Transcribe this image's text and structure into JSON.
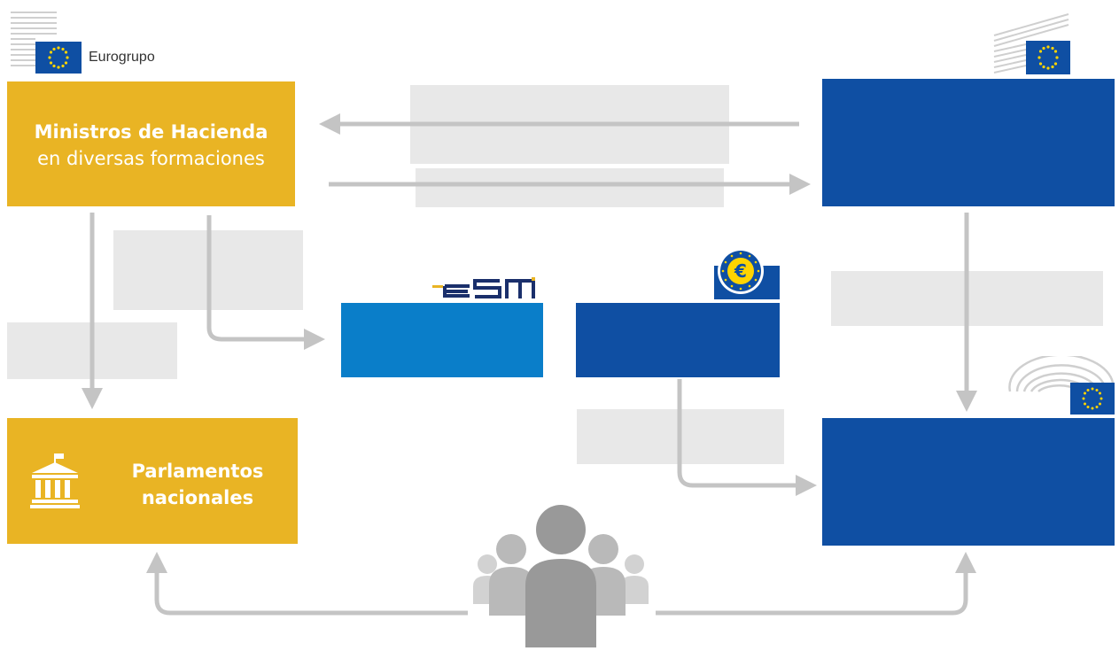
{
  "eurogroup": {
    "label": "Eurogrupo"
  },
  "ministers": {
    "title": "Ministros de Hacienda",
    "subtitle": "en diversas formaciones"
  },
  "parliaments": {
    "label": "Parlamentos\nnacionales",
    "line1": "Parlamentos",
    "line2": "nacionales"
  },
  "esm": {
    "logo_text": "esm"
  },
  "colors": {
    "yellow": "#e9b424",
    "navy": "#0f4fa3",
    "azure": "#0a7ec9",
    "grey_box": "#e8e8e8",
    "arrow": "#c4c4c4",
    "people": "#9a9a9a"
  }
}
